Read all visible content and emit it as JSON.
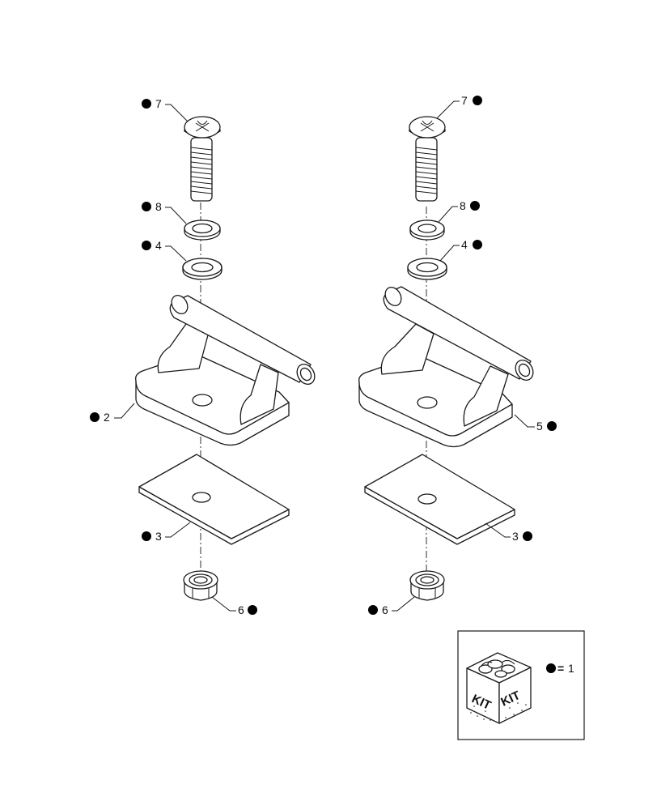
{
  "callouts": {
    "l7": "7",
    "l8": "8",
    "l4": "4",
    "l2": "2",
    "l3": "3",
    "l6": "6",
    "r7": "7",
    "r8": "8",
    "r4": "4",
    "r5": "5",
    "r3": "3",
    "r6": "6"
  },
  "legend": {
    "box_label_left": "KIT",
    "box_label_right": "KIT",
    "equals": "=",
    "kit_number": "1"
  },
  "colors": {
    "line": "#1a1a1a",
    "marker": "#000000",
    "background": "#ffffff"
  }
}
